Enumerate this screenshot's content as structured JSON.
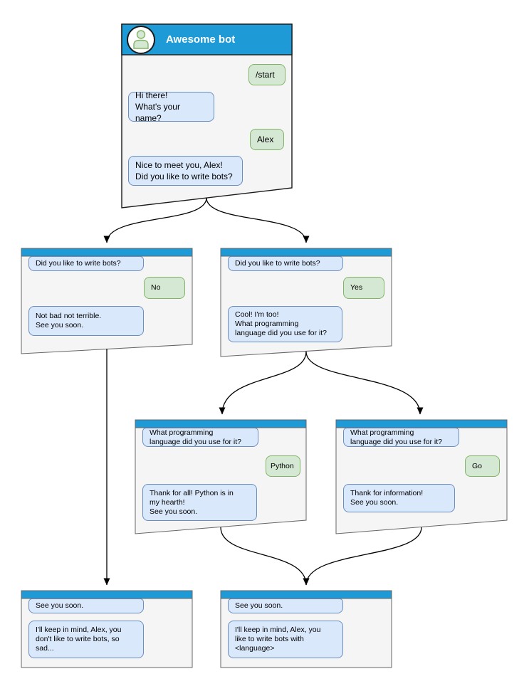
{
  "colors": {
    "header_blue": "#1e9bd7",
    "window_bg": "#f5f5f5",
    "window_border": "#666666",
    "root_window_border": "#1a1a1a",
    "bot_bubble_fill": "#dae8fc",
    "bot_bubble_border": "#6c8ebf",
    "user_bubble_fill": "#d5e8d4",
    "user_bubble_border": "#82b366",
    "arrow_color": "#000000",
    "title_color": "#ffffff"
  },
  "root_window": {
    "title": "Awesome bot",
    "messages": {
      "start_command": "/start",
      "greeting": "Hi there!\nWhat's your name?",
      "user_name": "Alex",
      "nice_to_meet": "Nice to meet you, Alex!\nDid you like to write bots?"
    }
  },
  "no_branch_window": {
    "question": "Did you like to write bots?",
    "answer": "No",
    "reply": "Not bad not terrible.\nSee you soon."
  },
  "yes_branch_window": {
    "question": "Did you like to write bots?",
    "answer": "Yes",
    "reply": "Cool! I'm too!\nWhat programming\nlanguage did you use for it?"
  },
  "python_branch_window": {
    "question": "What programming\nlanguage did you use for it?",
    "answer": "Python",
    "reply": "Thank for all! Python is in\nmy hearth!\nSee you soon."
  },
  "go_branch_window": {
    "question": "What programming\nlanguage did you use for it?",
    "answer": "Go",
    "reply": "Thank for information!\nSee you soon."
  },
  "end_no_window": {
    "question": "See you soon.",
    "reply": "I'll keep in mind, Alex, you\ndon't like to write bots, so\nsad..."
  },
  "end_yes_window": {
    "question": "See you soon.",
    "reply": "I'll keep in mind, Alex, you\nlike to write bots with\n<language>"
  }
}
